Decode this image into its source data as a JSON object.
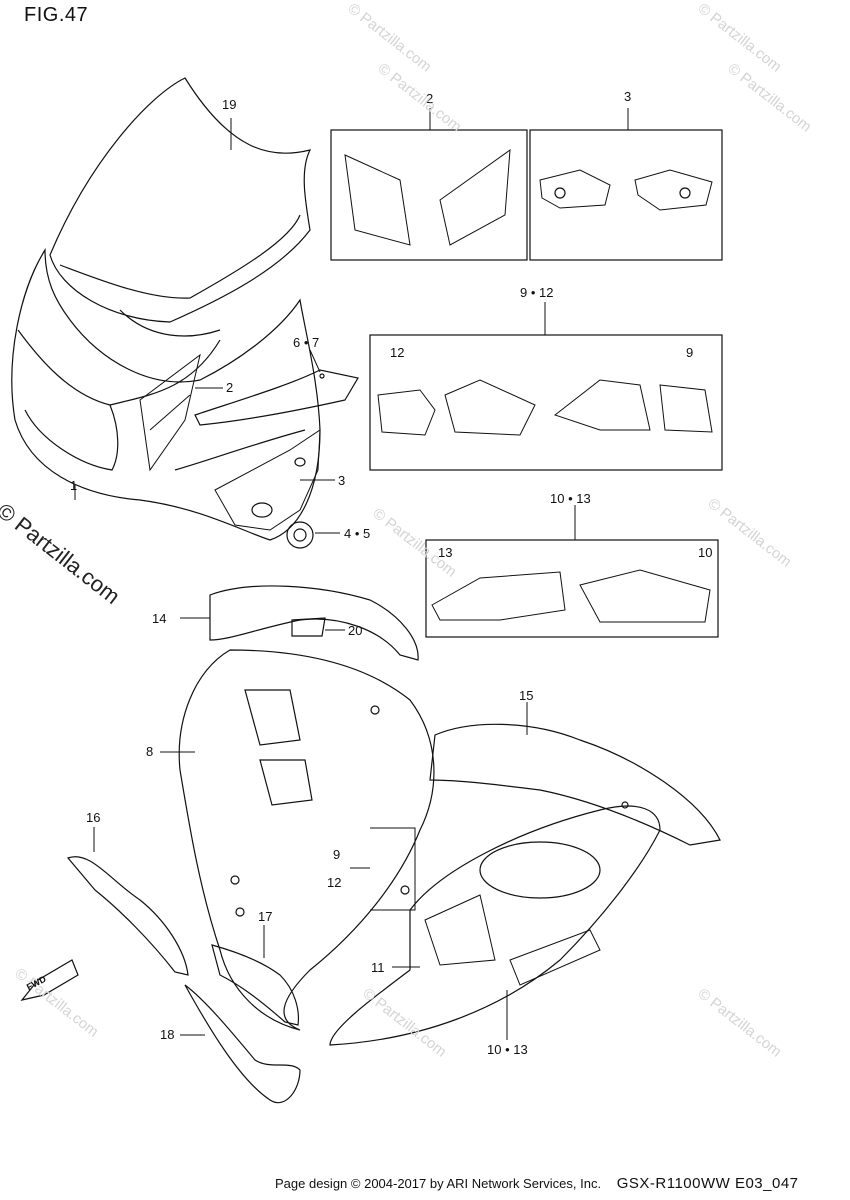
{
  "figure_label": "FIG.47",
  "watermark_text": "© Partzilla.com",
  "forward_arrow_label": "FWD",
  "callouts": {
    "c19": "19",
    "c2_top": "2",
    "c3_top": "3",
    "c9_12_top": "9 • 12",
    "c6_7": "6 • 7",
    "c2_fairing": "2",
    "c3_fairing": "3",
    "c4_5": "4 • 5",
    "c1": "1",
    "c10_13_top": "10 • 13",
    "c14": "14",
    "c20": "20",
    "c8": "8",
    "c15": "15",
    "c16": "16",
    "c9_lower": "9",
    "c12_lower": "12",
    "c17": "17",
    "c11": "11",
    "c18": "18",
    "c10_13_lower": "10 • 13"
  },
  "box_labels": {
    "box_9_12_left": "12",
    "box_9_12_right": "9",
    "box_10_13_left": "13",
    "box_10_13_right": "10"
  },
  "footer": {
    "copyright": "Page design © 2004-2017 by ARI Network Services, Inc.",
    "model_code": "GSX-R1100WW  E03_047"
  }
}
